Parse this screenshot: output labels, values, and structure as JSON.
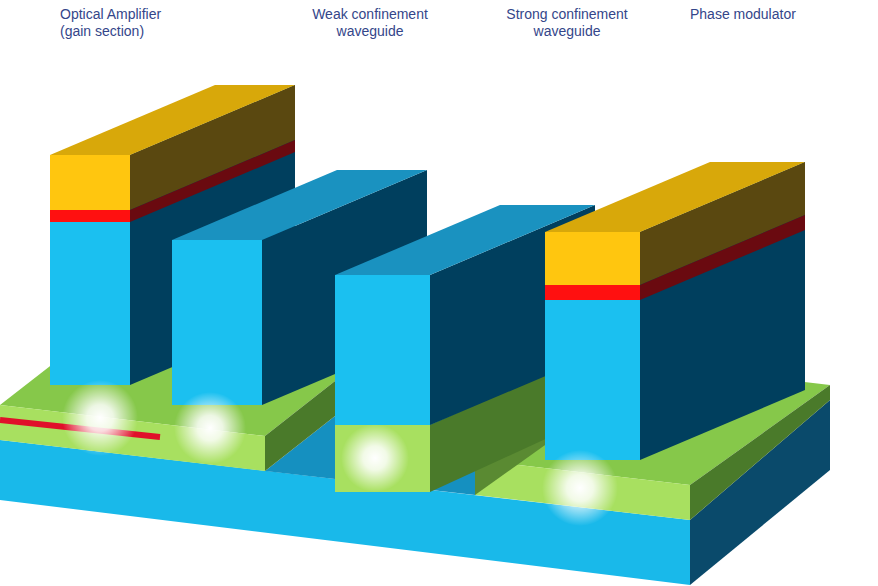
{
  "diagram": {
    "labels": [
      "Optical Amplifier (gain section)",
      "Weak confinement waveguide",
      "Strong confinement waveguide",
      "Phase modulator"
    ]
  }
}
